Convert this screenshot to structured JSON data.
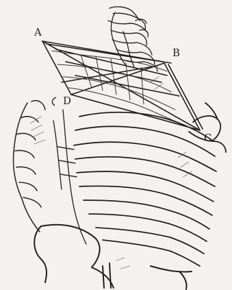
{
  "labels": {
    "a": "A",
    "b": "B",
    "c": "C",
    "d": "D"
  },
  "ink_color": "#2a2a2a",
  "paper_color": "#f3f2ef"
}
